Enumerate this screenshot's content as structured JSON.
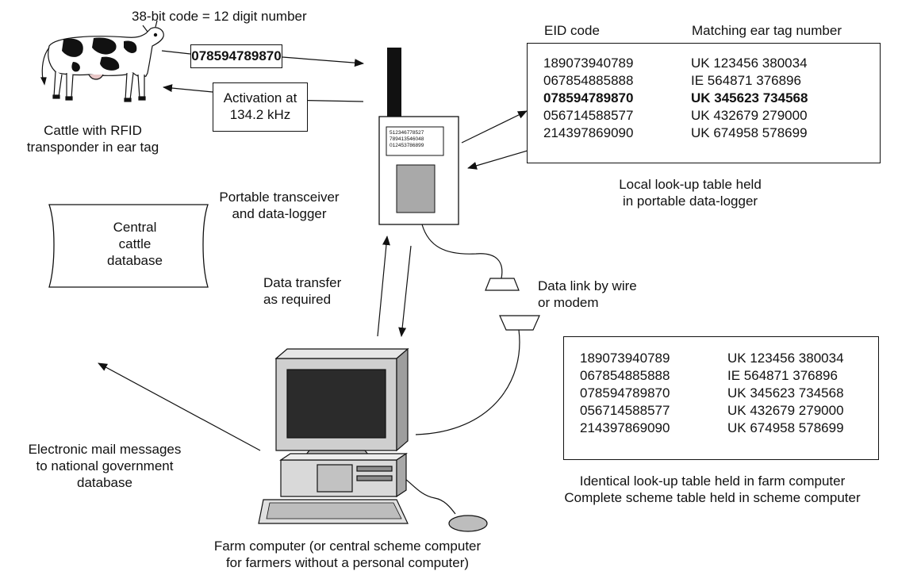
{
  "code_caption": "38-bit code = 12 digit number",
  "tag_code": "078594789870",
  "activation_text": "Activation at\n134.2 kHz",
  "cattle_label": "Cattle with RFID\ntransponder in ear tag",
  "transceiver_label": "Portable transceiver\nand data-logger",
  "transceiver_screen": [
    "512346778527",
    "789413546048",
    "012453786899"
  ],
  "local_table": {
    "header_eid": "EID code",
    "header_tag": "Matching ear tag number",
    "rows": [
      {
        "eid": "189073940789",
        "tag": "UK 123456 380034"
      },
      {
        "eid": "067854885888",
        "tag": "IE 564871 376896"
      },
      {
        "eid": "078594789870",
        "tag": "UK 345623 734568",
        "bold": true
      },
      {
        "eid": "056714588577",
        "tag": "UK 432679 279000"
      },
      {
        "eid": "214397869090",
        "tag": "UK 674958 578699"
      }
    ],
    "caption": "Local look-up table held\nin portable data-logger"
  },
  "farm_table": {
    "rows": [
      {
        "eid": "189073940789",
        "tag": "UK 123456 380034"
      },
      {
        "eid": "067854885888",
        "tag": "IE 564871 376896"
      },
      {
        "eid": "078594789870",
        "tag": "UK 345623 734568"
      },
      {
        "eid": "056714588577",
        "tag": "UK 432679 279000"
      },
      {
        "eid": "214397869090",
        "tag": "UK 674958 578699"
      }
    ],
    "caption": "Identical look-up table held in farm computer\nComplete scheme table held in scheme computer"
  },
  "data_transfer_label": "Data transfer\nas required",
  "data_link_label": "Data link by wire\nor modem",
  "database_label": "Central\ncattle\ndatabase",
  "email_label": "Electronic mail messages\nto national government\ndatabase",
  "computer_label": "Farm computer (or central scheme computer\nfor farmers without a personal computer)"
}
